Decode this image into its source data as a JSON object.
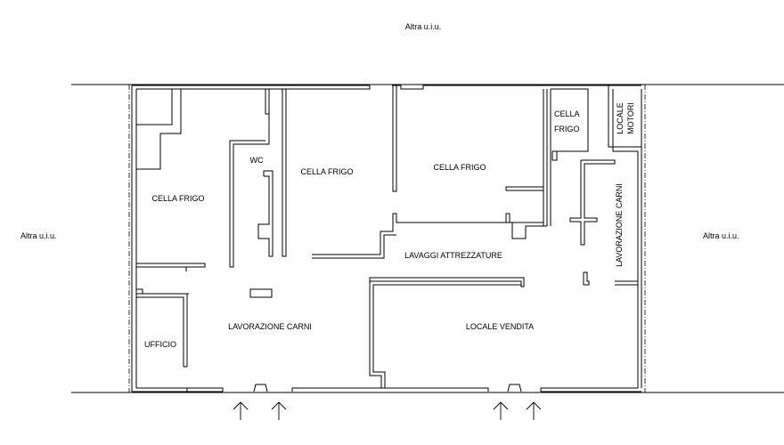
{
  "neighbors": {
    "top": "Altra u.i.u.",
    "left": "Altra u.i.u.",
    "right": "Altra u.i.u."
  },
  "rooms": {
    "cella_frigo_left": "CELLA FRIGO",
    "wc": "WC",
    "cella_frigo_center": "CELLA FRIGO",
    "cella_frigo_right": "CELLA FRIGO",
    "cella_frigo_small_line1": "CELLA",
    "cella_frigo_small_line2": "FRIGO",
    "locale_motori_line1": "LOCALE",
    "locale_motori_line2": "MOTORI",
    "lavorazione_carni_vertical": "LAVORAZIONE CARNI",
    "lavaggi_attrezzature": "LAVAGGI ATTREZZATURE",
    "lavorazione_carni_main": "LAVORAZIONE CARNI",
    "locale_vendita": "LOCALE VENDITA",
    "ufficio": "UFFICIO"
  },
  "entrances": [
    "entrance-1",
    "entrance-2",
    "entrance-3",
    "entrance-4"
  ]
}
